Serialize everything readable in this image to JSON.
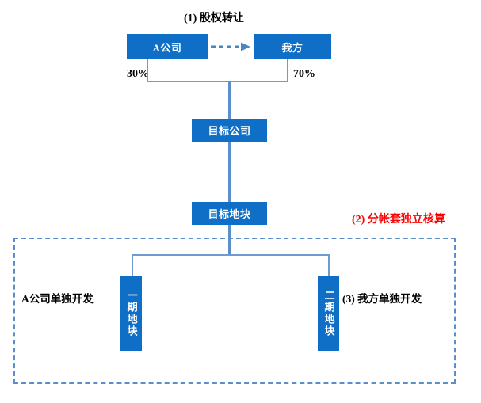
{
  "diagram": {
    "title_main": "(1)  股权转让",
    "title_accounting": "(2)  分帐套独立核算",
    "nodes": {
      "company_a": "A公司",
      "our_side": "我方",
      "target_company": "目标公司",
      "target_land": "目标地块",
      "phase_one": "一期地块",
      "phase_two": "二期地块"
    },
    "equity": {
      "left_pct": "30%",
      "right_pct": "70%"
    },
    "notes": {
      "left_dev": "A公司单独开发",
      "right_dev": "(3)  我方单独开发"
    },
    "icons": {
      "transfer_arrow": "dashed-right-arrow-icon"
    },
    "colors": {
      "node_fill": "#0F6FC6",
      "node_text": "#FFFFFF",
      "connector": "#6E9BD2",
      "spine": "#5B8FCB",
      "dashed_border": "#5B8FCB",
      "accent_red": "#FF0000",
      "arrow": "#4A85C4",
      "background": "#FFFFFF"
    }
  }
}
